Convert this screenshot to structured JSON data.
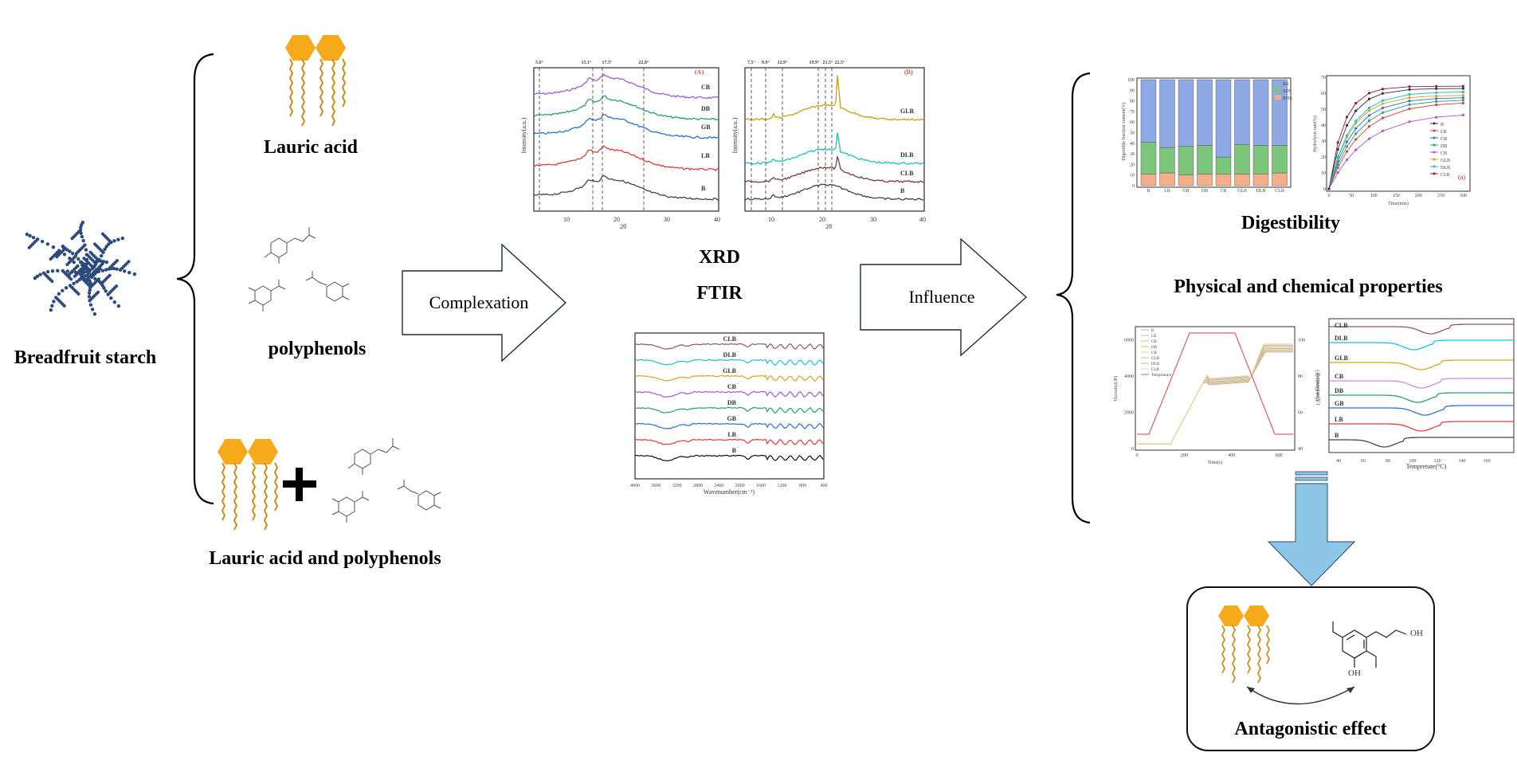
{
  "labels": {
    "breadfruit_starch": "Breadfruit starch",
    "lauric_acid": "Lauric acid",
    "polyphenols": "polyphenols",
    "lauric_and_polyphenols": "Lauric acid and polyphenols",
    "complexation": "Complexation",
    "xrd": "XRD",
    "ftir": "FTIR",
    "influence": "Influence",
    "digestibility": "Digestibility",
    "physchem": "Physical and chemical properties",
    "antagonistic": "Antagonistic effect",
    "oh": "OH"
  },
  "xrd_a": {
    "tag": "(A)",
    "peaks": [
      "5.6°",
      "15.1°",
      "17.5°",
      "22.8°"
    ],
    "series": [
      "CB",
      "DB",
      "GB",
      "LB",
      "B"
    ],
    "ylabel": "Intensity(a.u.)",
    "xlabel": "2θ",
    "xticks": [
      "10",
      "20",
      "30",
      "40"
    ]
  },
  "xrd_b": {
    "tag": "(B)",
    "peaks": [
      "7.5°",
      "9.9°",
      "12.9°",
      "19.9°",
      "21.5°",
      "22.5°"
    ],
    "series": [
      "GLB",
      "DLB",
      "CLB",
      "B"
    ],
    "ylabel": "Intensity(a.u.)",
    "xlabel": "2θ",
    "xticks": [
      "10",
      "20",
      "30",
      "40"
    ]
  },
  "ftir": {
    "series": [
      "CLB",
      "DLB",
      "GLB",
      "CB",
      "DB",
      "GB",
      "LB",
      "B"
    ],
    "xticks": [
      "4000",
      "3600",
      "3200",
      "2800",
      "2400",
      "2000",
      "1600",
      "1200",
      "800",
      "400"
    ],
    "xlabel": "Wavenumber(cm⁻¹)"
  },
  "digest_bar": {
    "categories": [
      "B",
      "LB",
      "GB",
      "DB",
      "CB",
      "GLB",
      "DLB",
      "CLB"
    ],
    "legend": [
      "RS",
      "SDS",
      "RDS"
    ],
    "yticks": [
      "0",
      "10",
      "20",
      "30",
      "40",
      "50",
      "60",
      "70",
      "80",
      "90",
      "100"
    ],
    "ylabel": "Digestible fraction content(%)"
  },
  "hydrolysis": {
    "legend": [
      "B",
      "LB",
      "GB",
      "DB",
      "CB",
      "GLB",
      "DLB",
      "CLB"
    ],
    "tag": "(a)",
    "xticks": [
      "0",
      "50",
      "100",
      "150",
      "200",
      "250",
      "300"
    ],
    "yticks": [
      "0",
      "10",
      "20",
      "30",
      "40",
      "50",
      "60",
      "70"
    ],
    "xlabel": "Time(min)",
    "ylabel": "Hydrolysis rate(%)"
  },
  "rva": {
    "legend": [
      "B",
      "LB",
      "GB",
      "DB",
      "CB",
      "GLB",
      "DLB",
      "CLB",
      "Temperature"
    ],
    "xticks": [
      "0",
      "200",
      "400",
      "600"
    ],
    "yticks_left": [
      "0",
      "2000",
      "4000",
      "6000"
    ],
    "yticks_right": [
      "40",
      "60",
      "80",
      "100"
    ],
    "xlabel": "Time(s)",
    "ylabel_left": "Viscosity(cP)",
    "ylabel_right": "Temperature(°C)"
  },
  "dsc": {
    "series": [
      "CLB",
      "DLB",
      "GLB",
      "CB",
      "DB",
      "GB",
      "LB",
      "B"
    ],
    "xticks": [
      "40",
      "60",
      "80",
      "100",
      "120",
      "140",
      "160"
    ],
    "xlabel": "Tempreture(°C)",
    "ylabel": "Heat Flow(mW)"
  },
  "colors": {
    "lauric_head": "#F5A91B",
    "chain": "#C8901E",
    "starch": "#2C4A7C",
    "down_arrow": "#8EC6E8"
  }
}
